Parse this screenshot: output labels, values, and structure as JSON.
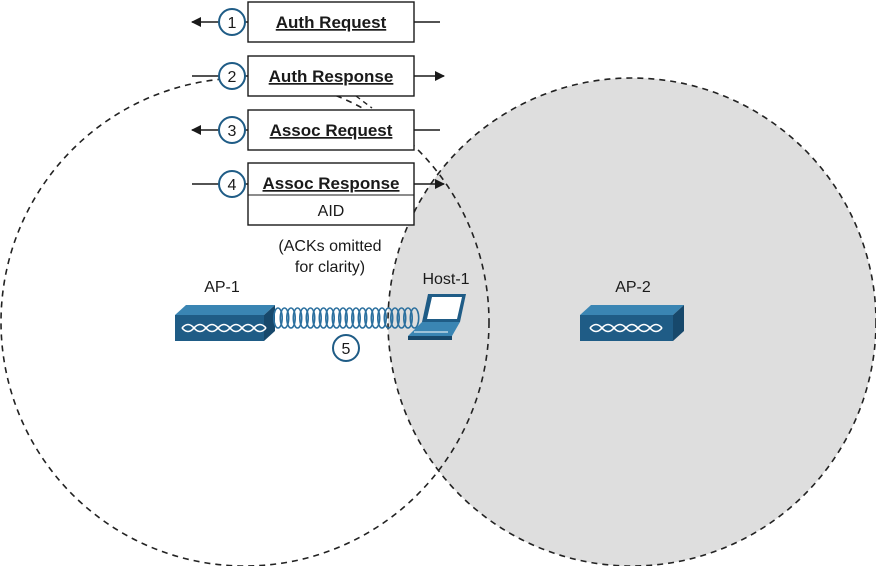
{
  "colors": {
    "step_ring": "#1f5c86",
    "device_top": "#3a85b3",
    "device_front": "#1f5c86",
    "device_side": "#17486b",
    "coverage_fill": "#dedede",
    "dash_stroke": "#222222",
    "signal_wave": "#2a6f9e"
  },
  "frames": [
    {
      "step": "1",
      "label": "Auth Request",
      "direction": "left"
    },
    {
      "step": "2",
      "label": "Auth Response",
      "direction": "right"
    },
    {
      "step": "3",
      "label": "Assoc Request",
      "direction": "left"
    },
    {
      "step": "4",
      "label": "Assoc Response",
      "sublabel": "AID",
      "direction": "right"
    }
  ],
  "note": {
    "line1": "(ACKs omitted",
    "line2": "for clarity)"
  },
  "devices": {
    "ap1": {
      "label": "AP-1",
      "icon": "access-point-icon"
    },
    "ap2": {
      "label": "AP-2",
      "icon": "access-point-icon"
    },
    "host1": {
      "label": "Host-1",
      "icon": "laptop-icon"
    }
  },
  "wireless_link": {
    "step": "5",
    "icon": "wireless-signal-icon"
  }
}
